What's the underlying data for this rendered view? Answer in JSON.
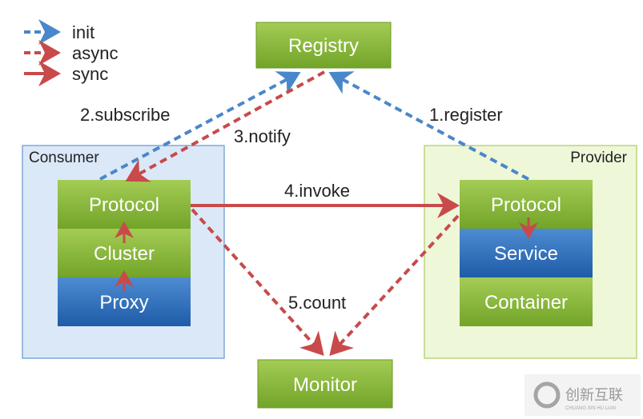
{
  "legend": {
    "init": "init",
    "async": "async",
    "sync": "sync"
  },
  "nodes": {
    "registry": "Registry",
    "monitor": "Monitor",
    "consumer": {
      "title": "Consumer",
      "layers": [
        "Protocol",
        "Cluster",
        "Proxy"
      ]
    },
    "provider": {
      "title": "Provider",
      "layers": [
        "Protocol",
        "Service",
        "Container"
      ]
    }
  },
  "edges": {
    "register": "1.register",
    "subscribe": "2.subscribe",
    "notify": "3.notify",
    "invoke": "4.invoke",
    "count": "5.count"
  },
  "colors": {
    "init": "#4a86cc",
    "async": "#c84a4a",
    "sync": "#c84a4a",
    "green": "#86b83a",
    "blue": "#2f6fb8"
  },
  "watermark": {
    "brand": "创新互联",
    "sub": "CHUANG XIN HU LIAN"
  }
}
